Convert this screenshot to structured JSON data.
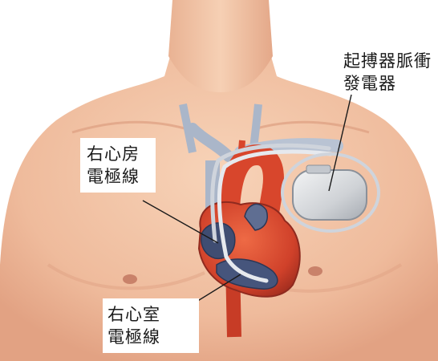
{
  "labels": {
    "generator": {
      "line1": "起搏器脈衝",
      "line2": "發電器"
    },
    "atrium_lead": {
      "line1": "右心房",
      "line2": "電極線"
    },
    "ventricle_lead": {
      "line1": "右心室",
      "line2": "電極線"
    }
  },
  "colors": {
    "skin": "#f2c3a5",
    "skin_shadow": "#e3a283",
    "heart_red": "#d8462c",
    "heart_dark": "#8f2a1f",
    "vein_gray": "#b9c3d3",
    "vein_dark": "#6e7c96",
    "device_gray": "#d7d9dc"
  }
}
